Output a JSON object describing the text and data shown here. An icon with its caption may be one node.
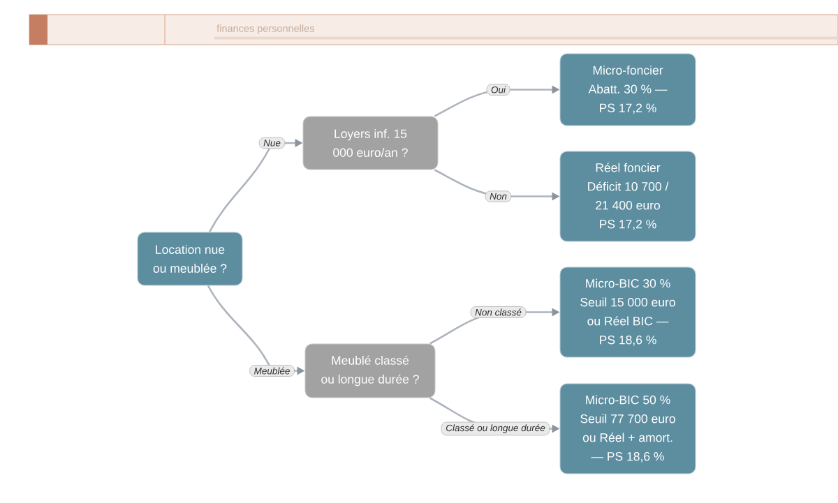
{
  "diagram": {
    "nodes": [
      {
        "text": [
          "Location nue ou meublée ?"
        ]
      },
      {
        "text": [
          "Loyers inf. 15 000 euro/an ?"
        ]
      },
      {
        "text": [
          "Micro-foncier Abatt. 30 % — PS 17,2 %"
        ]
      },
      {
        "text": [
          "Réel foncier Déficit 10 700 / 21 400 euro PS 17,2 %"
        ]
      },
      {
        "text": [
          "Meublé classé ou longue durée ?"
        ]
      },
      {
        "text": [
          "Micro-BIC 30 % Seuil 15 000 euro ou Réel BIC — PS 18,6 %"
        ]
      },
      {
        "text": [
          "Micro-BIC 50 % Seuil 77 700 euro ou Réel + amort. — PS 18,6 %"
        ]
      }
    ],
    "edges": [
      {
        "from": 0,
        "to": 1,
        "arrow": "to",
        "label": "Nue"
      },
      {
        "from": 1,
        "to": 2,
        "arrow": "to",
        "label": "Oui"
      },
      {
        "from": 1,
        "to": 3,
        "arrow": "to",
        "label": "Non"
      },
      {
        "from": 0,
        "to": 4,
        "arrow": "to",
        "label": "Meublée"
      },
      {
        "from": 4,
        "to": 5,
        "arrow": "to",
        "label": "Non classé"
      },
      {
        "from": 4,
        "to": 6,
        "arrow": "to",
        "label": "Classé ou longue durée"
      }
    ],
    "labels": [
      "finances personnelles"
    ]
  }
}
